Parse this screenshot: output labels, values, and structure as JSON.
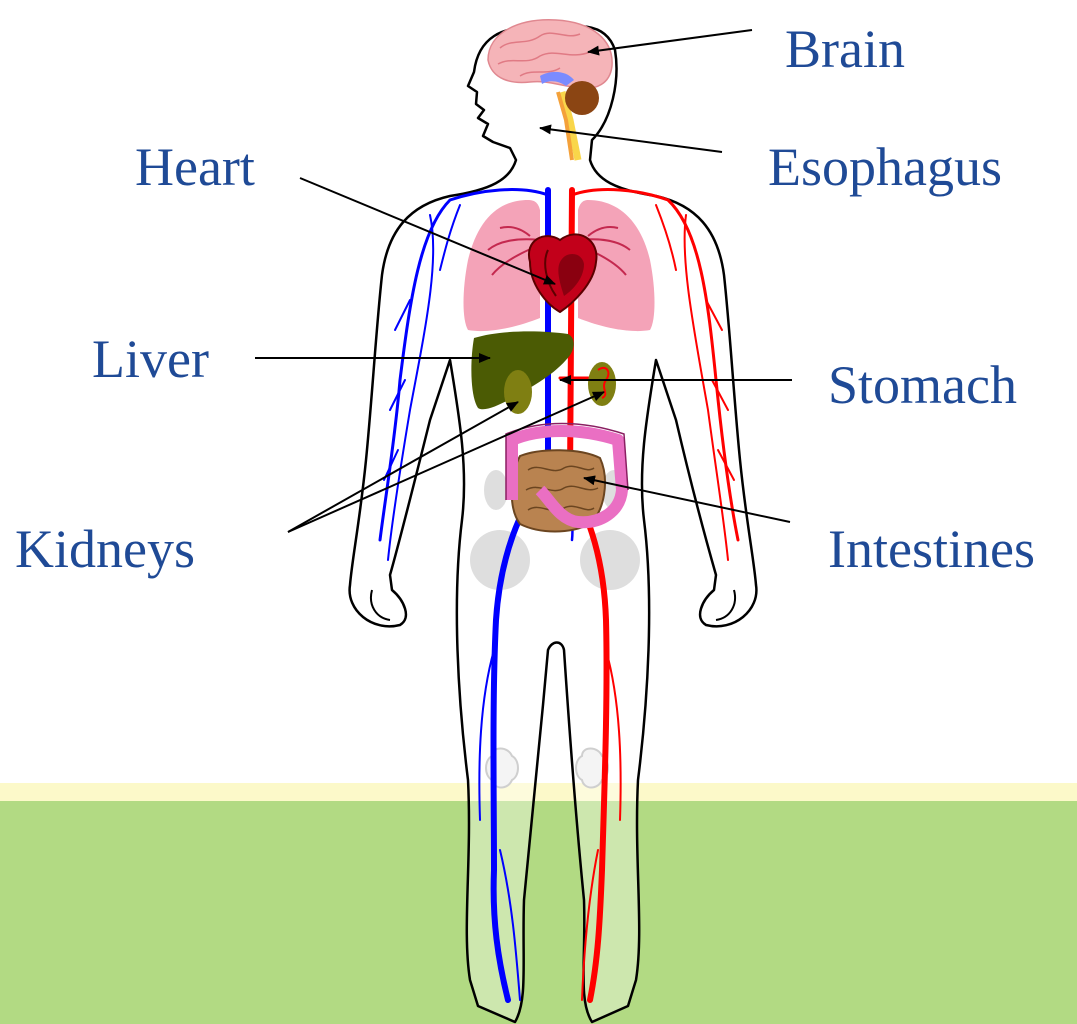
{
  "labels": {
    "brain": "Brain",
    "esophagus": "Esophagus",
    "heart": "Heart",
    "liver": "Liver",
    "stomach": "Stomach",
    "kidneys": "Kidneys",
    "intestines": "Intestines"
  },
  "colors": {
    "label_text": "#1f4a96",
    "background_band_light": "#fcf9c9",
    "background_band_green": "#b2da83",
    "vein": "#0000ff",
    "artery": "#ff0000",
    "lung": "#f4a3b8",
    "heart": "#c2001a",
    "liver": "#4b5b04",
    "kidney": "#7f7f12",
    "intestine_large": "#ea6fc3",
    "intestine_small": "#b98350",
    "brain": "#f5b4b8",
    "pelvis_bone": "#dedede"
  }
}
